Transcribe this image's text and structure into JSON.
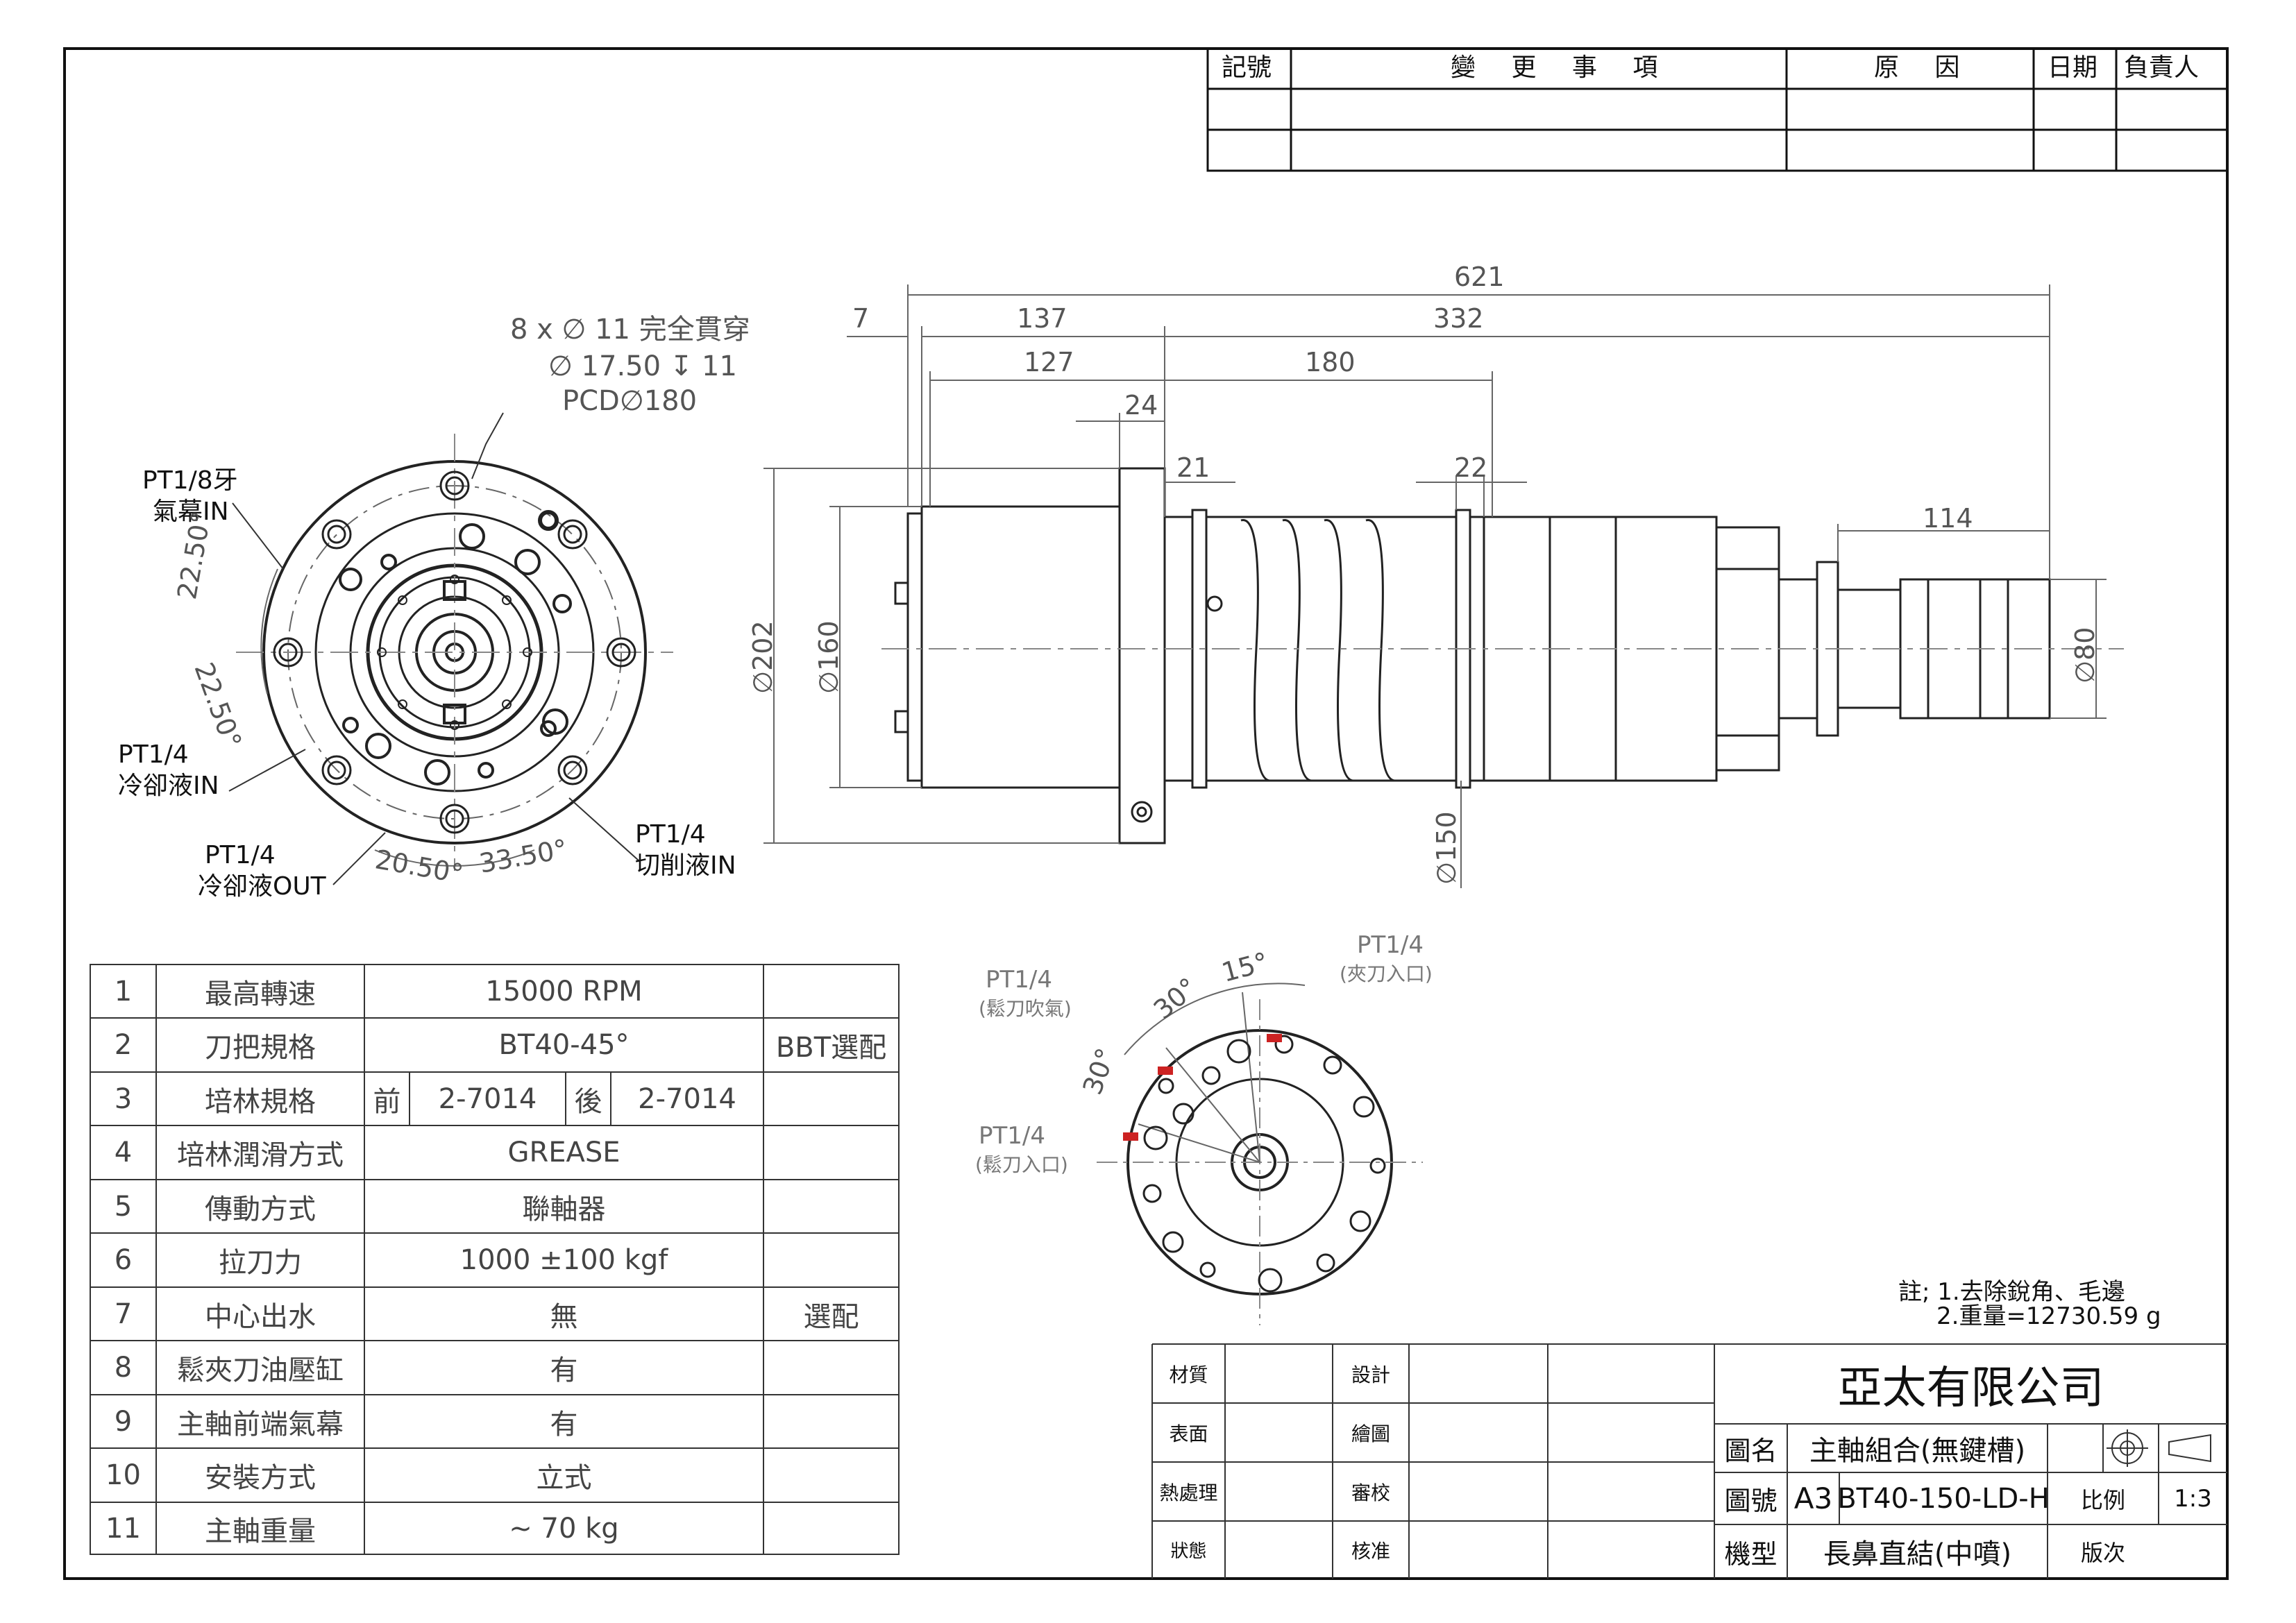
{
  "revision_table": {
    "headers": [
      "記號",
      "變 更 事 項",
      "原 因",
      "日期",
      "負責人"
    ]
  },
  "front_view": {
    "hole_note_1": "8 x ∅ 11 完全貫穿",
    "hole_note_2": "∅ 17.50 ↧ 11",
    "hole_note_3": "PCD∅180",
    "label_air_1": "PT1/8牙",
    "label_air_2": "氣幕IN",
    "label_coolin_1": "PT1/4",
    "label_coolin_2": "冷卻液IN",
    "label_coolout_1": "PT1/4",
    "label_coolout_2": "冷卻液OUT",
    "label_cut_1": "PT1/4",
    "label_cut_2": "切削液IN",
    "angle_a": "22.50°",
    "angle_b": "22.50°",
    "angle_c": "20.50°",
    "angle_d": "33.50°"
  },
  "side_view": {
    "d621": "621",
    "d7": "7",
    "d137": "137",
    "d332": "332",
    "d127": "127",
    "d180": "180",
    "d24": "24",
    "d21": "21",
    "d22": "22",
    "d114": "114",
    "d202": "∅202",
    "d160": "∅160",
    "d150": "∅150",
    "d80": "∅80"
  },
  "rear_view": {
    "a15": "15°",
    "a30a": "30°",
    "a30b": "30°",
    "p1a": "PT1/4",
    "p1b": "(鬆刀吹氣)",
    "p2a": "PT1/4",
    "p2b": "(夾刀入口)",
    "p3a": "PT1/4",
    "p3b": "(鬆刀入口)"
  },
  "spec_table": {
    "rows": [
      {
        "no": "1",
        "item": "最高轉速",
        "value": "15000 RPM",
        "note": ""
      },
      {
        "no": "2",
        "item": "刀把規格",
        "value": "BT40-45°",
        "note": "BBT選配"
      },
      {
        "no": "3",
        "item": "培林規格",
        "value": "",
        "note": ""
      },
      {
        "no": "4",
        "item": "培林潤滑方式",
        "value": "GREASE",
        "note": ""
      },
      {
        "no": "5",
        "item": "傳動方式",
        "value": "聯軸器",
        "note": ""
      },
      {
        "no": "6",
        "item": "拉刀力",
        "value": "1000 ±100 kgf",
        "note": ""
      },
      {
        "no": "7",
        "item": "中心出水",
        "value": "無",
        "note": "選配"
      },
      {
        "no": "8",
        "item": "鬆夾刀油壓缸",
        "value": "有",
        "note": ""
      },
      {
        "no": "9",
        "item": "主軸前端氣幕",
        "value": "有",
        "note": ""
      },
      {
        "no": "10",
        "item": "安裝方式",
        "value": "立式",
        "note": ""
      },
      {
        "no": "11",
        "item": "主軸重量",
        "value": "~ 70 kg",
        "note": ""
      }
    ],
    "bearing_front_label": "前",
    "bearing_front_value": "2-7014",
    "bearing_rear_label": "後",
    "bearing_rear_value": "2-7014"
  },
  "notes": {
    "line1": "註; 1.去除銳角、毛邊",
    "line2": "2.重量=12730.59 g"
  },
  "title_block": {
    "material": "材質",
    "surface": "表面",
    "heat": "熱處理",
    "state": "狀態",
    "design": "設計",
    "draw": "繪圖",
    "review": "審校",
    "approve": "核准",
    "company": "亞太有限公司",
    "name_label": "圖名",
    "name_value": "主軸組合(無鍵槽)",
    "dwg_label": "圖號",
    "sheet_size": "A3",
    "dwg_no": "BT40-150-LD-H",
    "scale_label": "比例",
    "scale": "1:3",
    "model_label": "機型",
    "model_value": "長鼻直結(中噴)",
    "version_label": "版次"
  }
}
